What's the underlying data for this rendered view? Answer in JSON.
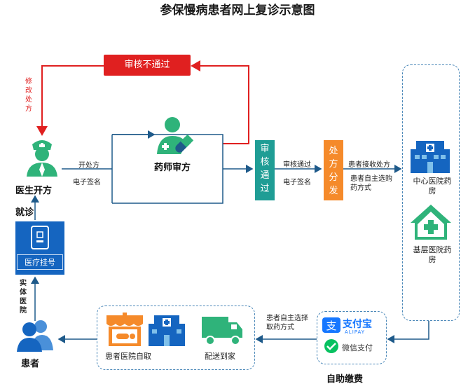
{
  "title": "参保慢病患者网上复诊示意图",
  "nodes": {
    "doctor": "医生开方",
    "pharmacist": "药师审方",
    "review_reject": "审核不通过",
    "modify": "修改处方",
    "review_pass": "审核通过",
    "dispense": "处方分发",
    "central_hospital": "中心医院药房",
    "primary_hospital": "基层医院药房",
    "medical_card": "医疗挂号",
    "visit": "就诊",
    "physical_hospital": "实体医院",
    "patient": "患者",
    "self_pay": "自助缴费",
    "pickup": "患者医院自取",
    "delivery": "配送到家"
  },
  "edges": {
    "open_rx": "开处方",
    "e_sign_1": "电子签名",
    "review_ok": "审核通过",
    "e_sign_2": "电子签名",
    "patient_receive": "患者接收处方",
    "patient_choose": "患者自主选购药方式",
    "patient_choose_2": "患者自主选择取药方式"
  },
  "payment": {
    "alipay_cn": "支付宝",
    "alipay_en": "ALIPAY",
    "wechat": "微信支付"
  },
  "colors": {
    "red": "#e02020",
    "teal": "#1f9d95",
    "orange": "#f58a2a",
    "blue": "#1565c0",
    "green": "#2fb37a",
    "dash": "#4a87b8",
    "wire": "#1e5a8a"
  }
}
